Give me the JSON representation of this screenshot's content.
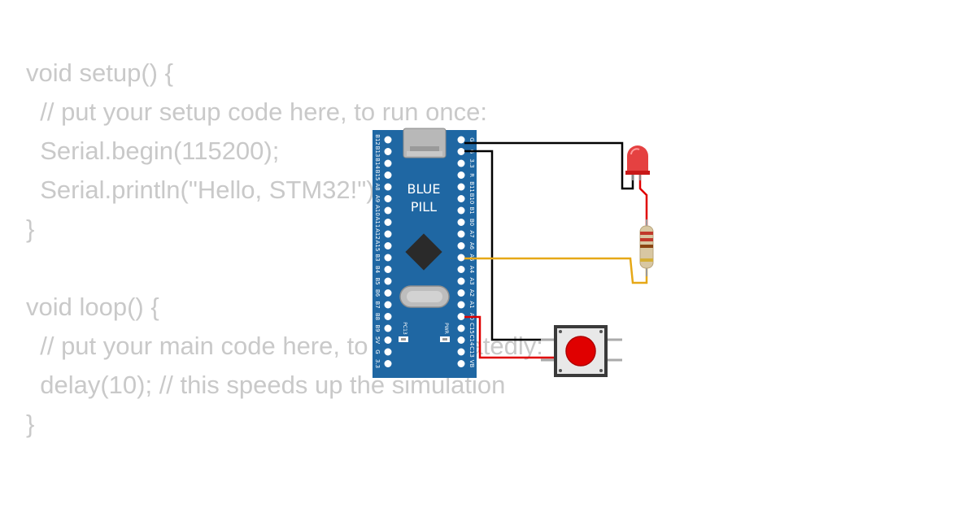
{
  "code": {
    "lines": [
      "void setup() {",
      "  // put your setup code here, to run once:",
      "  Serial.begin(115200);",
      "  Serial.println(\"Hello, STM32!\");",
      "}",
      "",
      "void loop() {",
      "  // put your main code here, to run repeatedly:",
      "  delay(10); // this speeds up the simulation",
      "}"
    ]
  },
  "board": {
    "name_line1": "BLUE",
    "name_line2": "PILL",
    "left_pins": [
      "B12",
      "B13",
      "B14",
      "B15",
      "A8",
      "A9",
      "A10",
      "A11",
      "A12",
      "A15",
      "B3",
      "B4",
      "B5",
      "B6",
      "B7",
      "B8",
      "B9",
      "5V",
      "G",
      "3.3"
    ],
    "right_pins": [
      "G",
      "G",
      "3.3",
      "R",
      "B11",
      "B10",
      "B1",
      "B0",
      "A7",
      "A6",
      "A5",
      "A4",
      "A3",
      "A2",
      "A1",
      "A0",
      "C15",
      "C14",
      "C13",
      "VB"
    ],
    "label_pc13": "PC13",
    "label_pwr": "PWR",
    "color": "#1f67a3"
  },
  "components": {
    "led_color": "#e02020",
    "button_color": "#e00000",
    "wire_black": "#000000",
    "wire_red": "#e00000",
    "wire_yellow": "#e6a817"
  }
}
